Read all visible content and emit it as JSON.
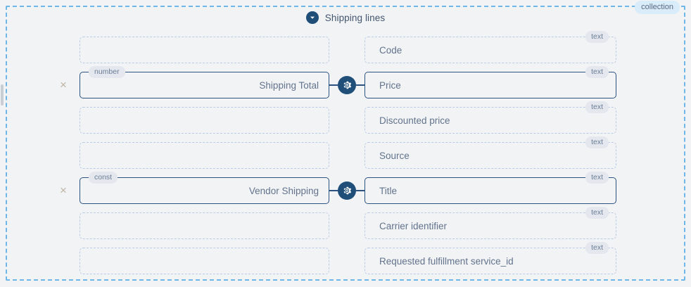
{
  "collection": {
    "badge": "collection"
  },
  "header": {
    "icon": "chevron-down-circle-icon",
    "title": "Shipping lines"
  },
  "icons": {
    "close": "×",
    "gear": "gear-icon"
  },
  "rows": [
    {
      "left": {
        "value": "",
        "type": "",
        "style": "dashed",
        "has_pill": false
      },
      "has_gear": false,
      "has_close": false,
      "right": {
        "value": "Code",
        "type": "text",
        "style": "dashed",
        "has_pill": true
      }
    },
    {
      "left": {
        "value": "Shipping Total",
        "type": "number",
        "style": "solid",
        "has_pill": true
      },
      "has_gear": true,
      "has_close": true,
      "right": {
        "value": "Price",
        "type": "text",
        "style": "solid",
        "has_pill": true
      }
    },
    {
      "left": {
        "value": "",
        "type": "",
        "style": "dashed",
        "has_pill": false
      },
      "has_gear": false,
      "has_close": false,
      "right": {
        "value": "Discounted price",
        "type": "text",
        "style": "dashed",
        "has_pill": true
      }
    },
    {
      "left": {
        "value": "",
        "type": "",
        "style": "dashed",
        "has_pill": false
      },
      "has_gear": false,
      "has_close": false,
      "right": {
        "value": "Source",
        "type": "text",
        "style": "dashed",
        "has_pill": true
      }
    },
    {
      "left": {
        "value": "Vendor Shipping",
        "type": "const",
        "style": "solid",
        "has_pill": true
      },
      "has_gear": true,
      "has_close": true,
      "right": {
        "value": "Title",
        "type": "text",
        "style": "solid",
        "has_pill": true
      }
    },
    {
      "left": {
        "value": "",
        "type": "",
        "style": "dashed",
        "has_pill": false
      },
      "has_gear": false,
      "has_close": false,
      "right": {
        "value": "Carrier identifier",
        "type": "text",
        "style": "dashed",
        "has_pill": true
      }
    },
    {
      "left": {
        "value": "",
        "type": "",
        "style": "dashed",
        "has_pill": false
      },
      "has_gear": false,
      "has_close": false,
      "right": {
        "value": "Requested fulfillment service_id",
        "type": "text",
        "style": "dashed",
        "has_pill": true
      }
    }
  ],
  "colors": {
    "canvas": "#f1f3f5",
    "collection_border": "#6fb7e8",
    "collection_badge_bg": "#d9ecfa",
    "solid_border": "#2b5280",
    "dashed_border": "#b9cbe5",
    "pill_bg": "#e4e8ee",
    "text": "#63738c",
    "icon_circle": "#1f4e79",
    "close_icon": "#c0b3a4"
  }
}
